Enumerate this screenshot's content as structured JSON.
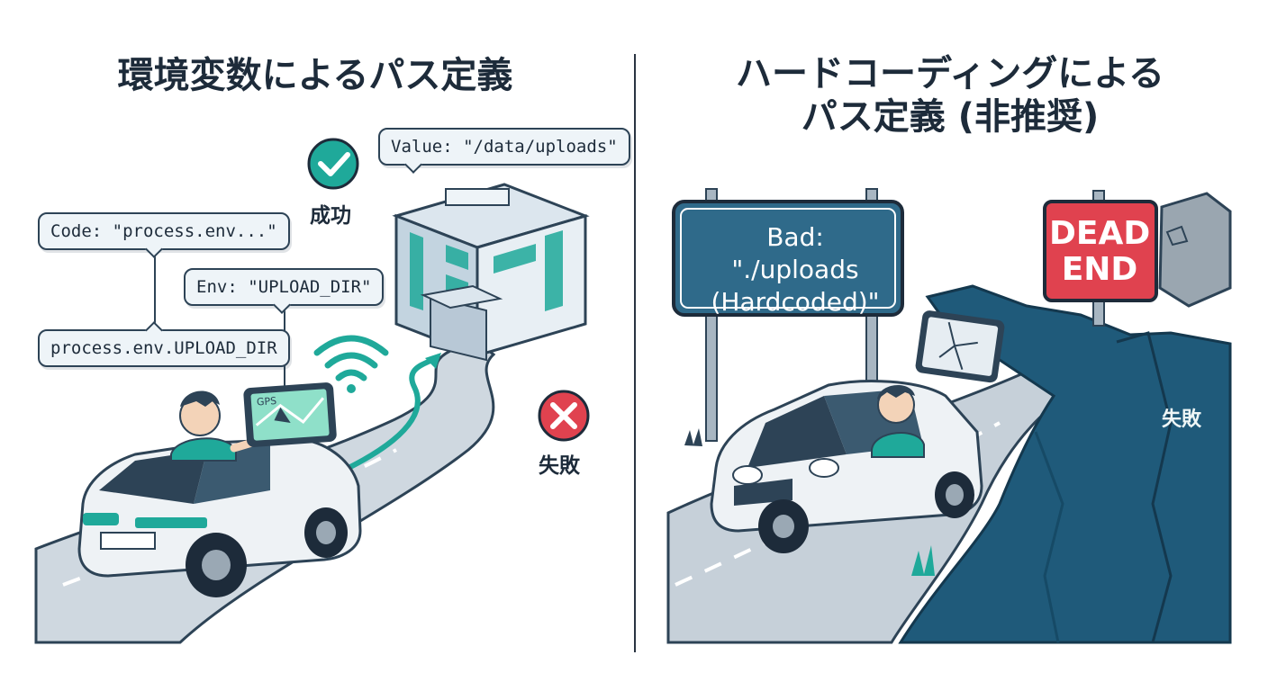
{
  "left_panel": {
    "title": "環境変数によるパス定義",
    "bubbles": {
      "value": "Value: \"/data/uploads\"",
      "code": "Code: \"process.env...\"",
      "env": "Env: \"UPLOAD_DIR\"",
      "path": "process.env.UPLOAD_DIR"
    },
    "success_label": "成功",
    "fail_label": "失敗",
    "gps_label": "GPS"
  },
  "right_panel": {
    "title_line1": "ハードコーディングによる",
    "title_line2": "パス定義 (非推奨)",
    "sign_bad_line1": "Bad: \"./uploads",
    "sign_bad_line2": "(Hardcoded)\"",
    "dead_end_line1": "DEAD",
    "dead_end_line2": "END",
    "fail_label": "失敗"
  },
  "colors": {
    "navy": "#2d4356",
    "teal": "#1fa99a",
    "sign_blue": "#2f6a8a",
    "danger_red": "#e0424f",
    "cliff": "#1f5a7a"
  }
}
